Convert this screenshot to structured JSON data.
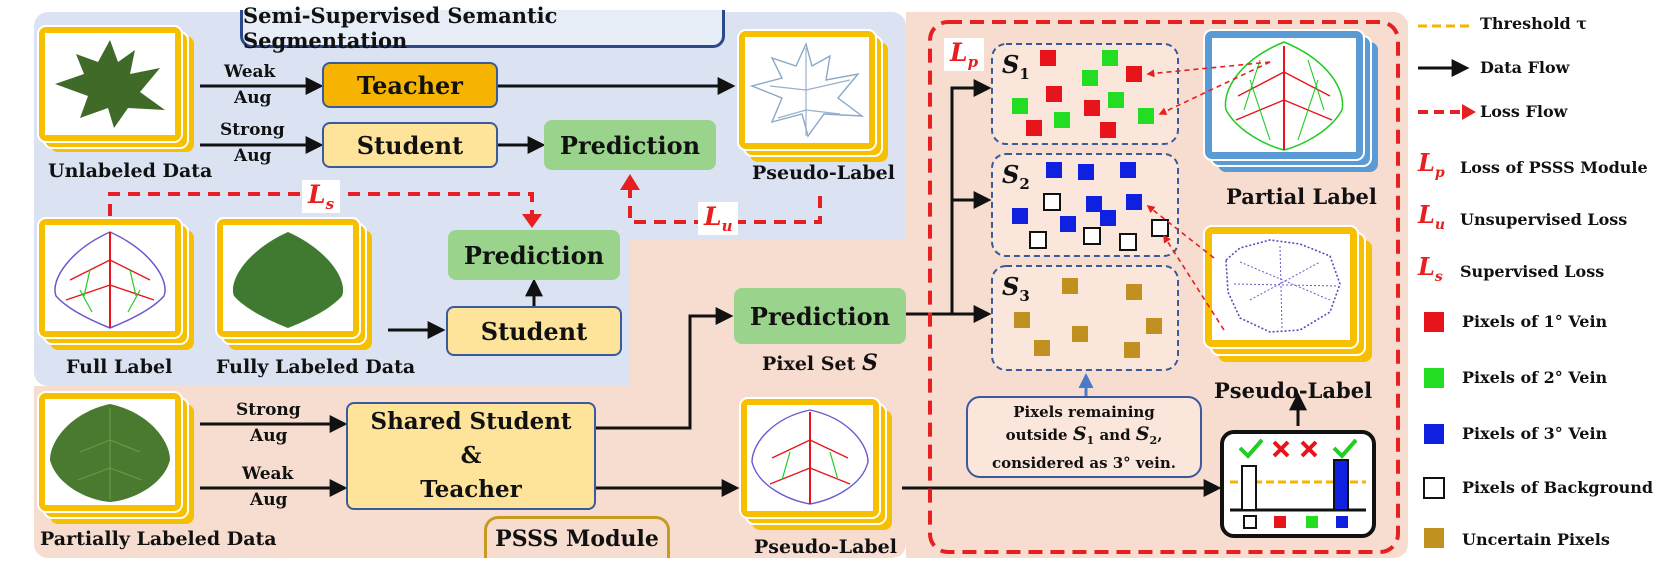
{
  "title": "Semi-Supervised Semantic Segmentation",
  "module_label": "PSSS Module",
  "boxes": {
    "teacher": "Teacher",
    "student_top": "Student",
    "prediction_top": "Prediction",
    "prediction_mid": "Prediction",
    "student_mid": "Student",
    "prediction_main": "Prediction",
    "shared_line1": "Shared Student",
    "shared_line2": "&",
    "shared_line3": "Teacher"
  },
  "arrow_labels": {
    "weak1": "Weak",
    "aug1": "Aug",
    "strong1": "Strong",
    "aug2": "Aug",
    "strong2": "Strong",
    "aug3": "Aug",
    "weak2": "Weak",
    "aug4": "Aug"
  },
  "captions": {
    "unlabeled": "Unlabeled Data",
    "pseudo_top": "Pseudo-Label",
    "full_label": "Full Label",
    "fully_labeled": "Fully Labeled Data",
    "pixel_set": "Pixel Set",
    "pixel_set_symbol": "S",
    "partially_labeled": "Partially Labeled Data",
    "pseudo_bottom": "Pseudo-Label",
    "partial_label": "Partial Label",
    "pseudo_right": "Pseudo-Label"
  },
  "loss_tags": {
    "ls": "L",
    "ls_sub": "s",
    "lu": "L",
    "lu_sub": "u",
    "lp": "L",
    "lp_sub": "p"
  },
  "sets": {
    "s1": "S",
    "s1_sub": "1",
    "s2": "S",
    "s2_sub": "2",
    "s3": "S",
    "s3_sub": "3"
  },
  "note": {
    "line1": "Pixels remaining",
    "line2a": "outside",
    "line2b": "S",
    "line2b_sub": "1",
    "line2c": "and",
    "line2d": "S",
    "line2d_sub": "2",
    "line2e": ",",
    "line3": "considered as 3° vein."
  },
  "legend": {
    "threshold": "Threshold τ",
    "data_flow": "Data Flow",
    "loss_flow": "Loss Flow",
    "lp_text": "Loss of PSSS Module",
    "lu_text": "Unsupervised Loss",
    "ls_text": "Supervised Loss",
    "v1": "Pixels of 1° Vein",
    "v2": "Pixels of 2° Vein",
    "v3": "Pixels of 3° Vein",
    "bg": "Pixels of Background",
    "unc": "Uncertain Pixels",
    "lp_sym": "L",
    "lp_sub": "p",
    "lu_sym": "L",
    "lu_sub": "u",
    "ls_sym": "L",
    "ls_sub": "s"
  },
  "colors": {
    "vein1": "#e8141c",
    "vein2": "#22dd22",
    "vein3": "#1020e0",
    "uncertain": "#c09020",
    "teacher": "#f6b400",
    "student": "#fde49a",
    "prediction": "#9ad48c",
    "frame": "#f6c000",
    "loss": "#e62020",
    "threshold": "#f4b400"
  }
}
